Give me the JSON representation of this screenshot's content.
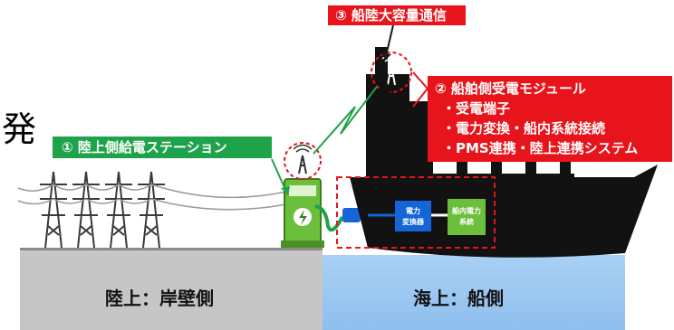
{
  "fragment_char": "発",
  "labels": {
    "comm": "③ 船陸大容量通信",
    "station": "① 陸上側給電ステーション",
    "module_title": "② 船舶側受電モジュール",
    "module_items": [
      "・受電端子",
      "・電力変換・船内系統接続",
      "・PMS連携・陸上連携システム"
    ]
  },
  "boxes": {
    "converter": [
      "電力",
      "変換器"
    ],
    "onboard": [
      "船内電力",
      "系統"
    ]
  },
  "zones": {
    "land": "陸上：岸壁側",
    "sea": "海上：船側"
  },
  "colors": {
    "accent_red": "#e8141b",
    "accent_green": "#1fa34a",
    "converter_blue": "#1565d8",
    "ship_hull": "#121212",
    "land": "#c6c6c6",
    "sea": "#9ec9f1"
  }
}
